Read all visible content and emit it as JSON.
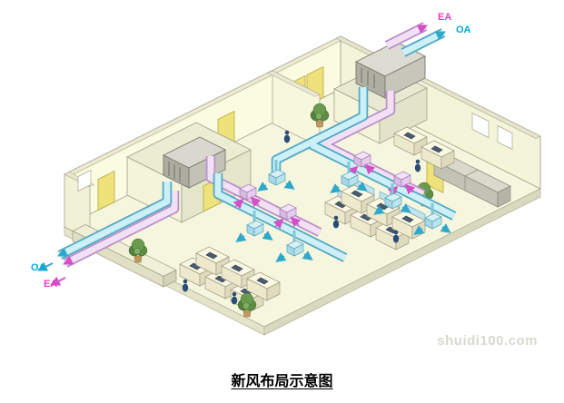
{
  "diagram": {
    "caption": "新风布局示意图",
    "labels": {
      "ea_top": "EA",
      "oa_top": "OA",
      "oa_left": "OA",
      "ea_left": "EA"
    },
    "watermark": "shuidi100.com",
    "colors": {
      "supply_duct": "#CDEFF7",
      "supply_duct_edge": "#4FA9C2",
      "exhaust_duct": "#F2E0F5",
      "exhaust_duct_edge": "#BB8FCB",
      "oa_label": "#00A9D9",
      "ea_label": "#E23FC8",
      "wall": "#FBFBE2",
      "floor": "#F6F6DE",
      "door": "#EFE27A"
    }
  }
}
